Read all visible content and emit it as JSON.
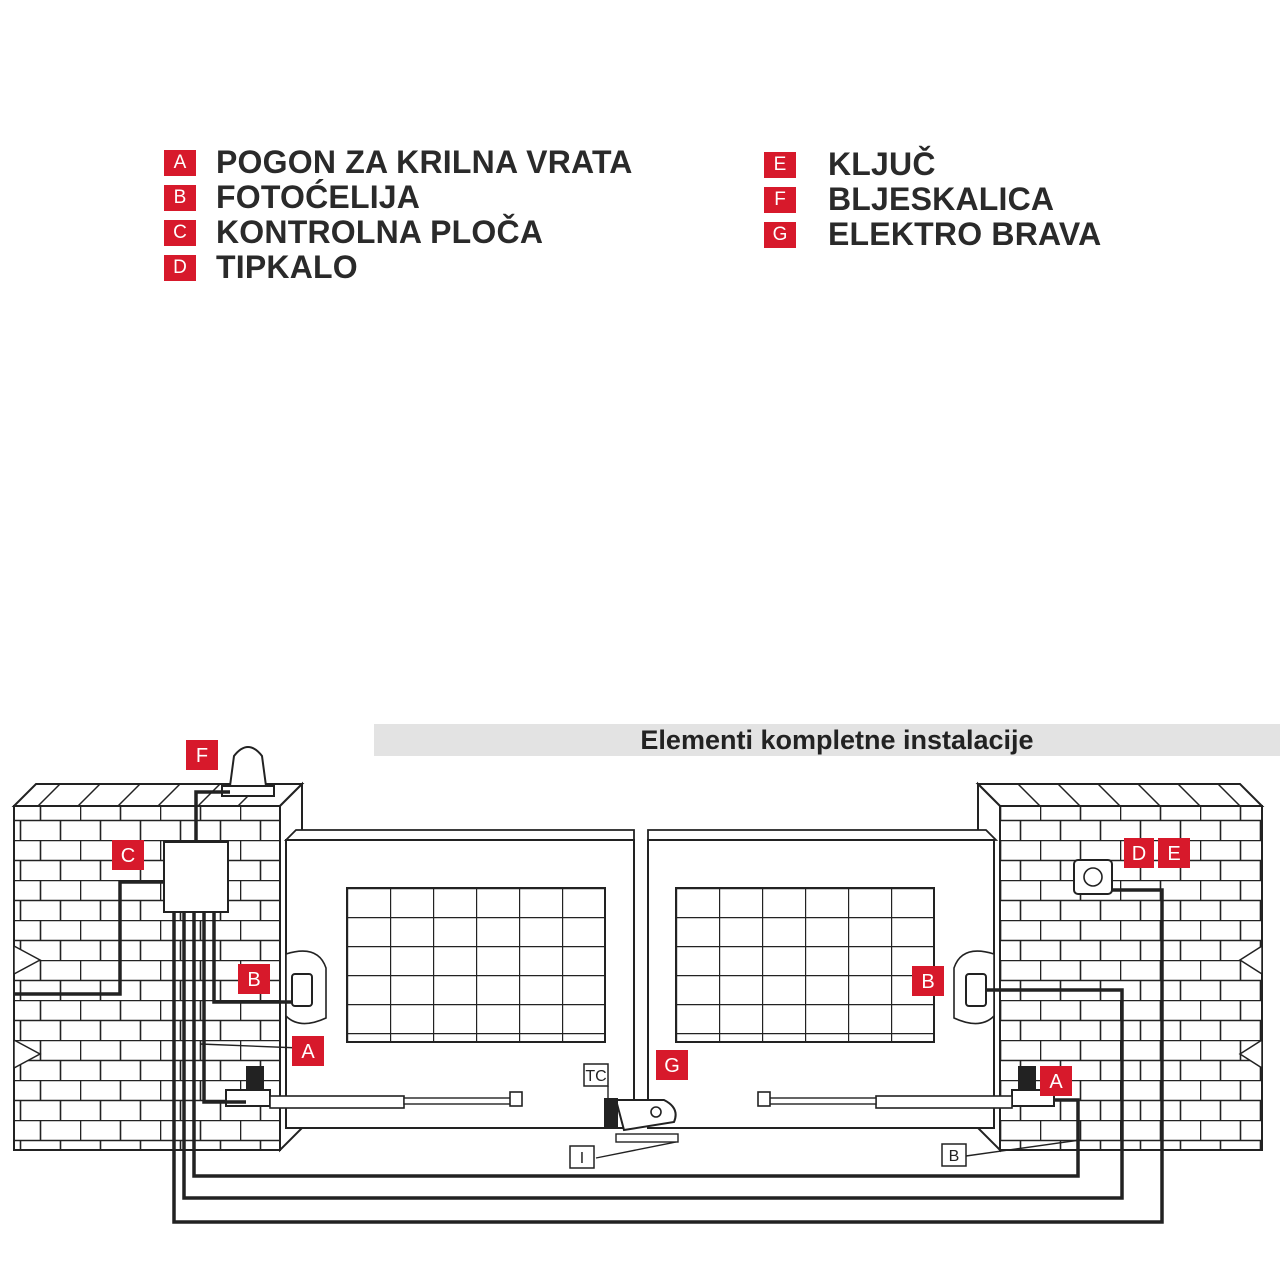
{
  "legend": {
    "left": [
      {
        "key": "A",
        "label": "POGON ZA KRILNA VRATA"
      },
      {
        "key": "B",
        "label": "FOTOĆELIJA"
      },
      {
        "key": "C",
        "label": "KONTROLNA PLOČA"
      },
      {
        "key": "D",
        "label": "TIPKALO"
      }
    ],
    "right": [
      {
        "key": "E",
        "label": "KLJUČ"
      },
      {
        "key": "F",
        "label": "BLJESKALICA"
      },
      {
        "key": "G",
        "label": "ELEKTRO BRAVA"
      }
    ]
  },
  "caption": "Elementi kompletne instalacije",
  "diagram": {
    "tags": {
      "flasher": "F",
      "control_panel": "C",
      "photocell_left": "B",
      "motor_left_callout": "A",
      "lock": "G",
      "photocell_right": "B",
      "motor_right": "A",
      "keypad_d": "D",
      "keypad_e": "E"
    },
    "small_tags": {
      "tc": "TC",
      "i": "I",
      "b_floor": "B"
    },
    "colors": {
      "accent": "#d7192b",
      "line": "#222222"
    }
  }
}
